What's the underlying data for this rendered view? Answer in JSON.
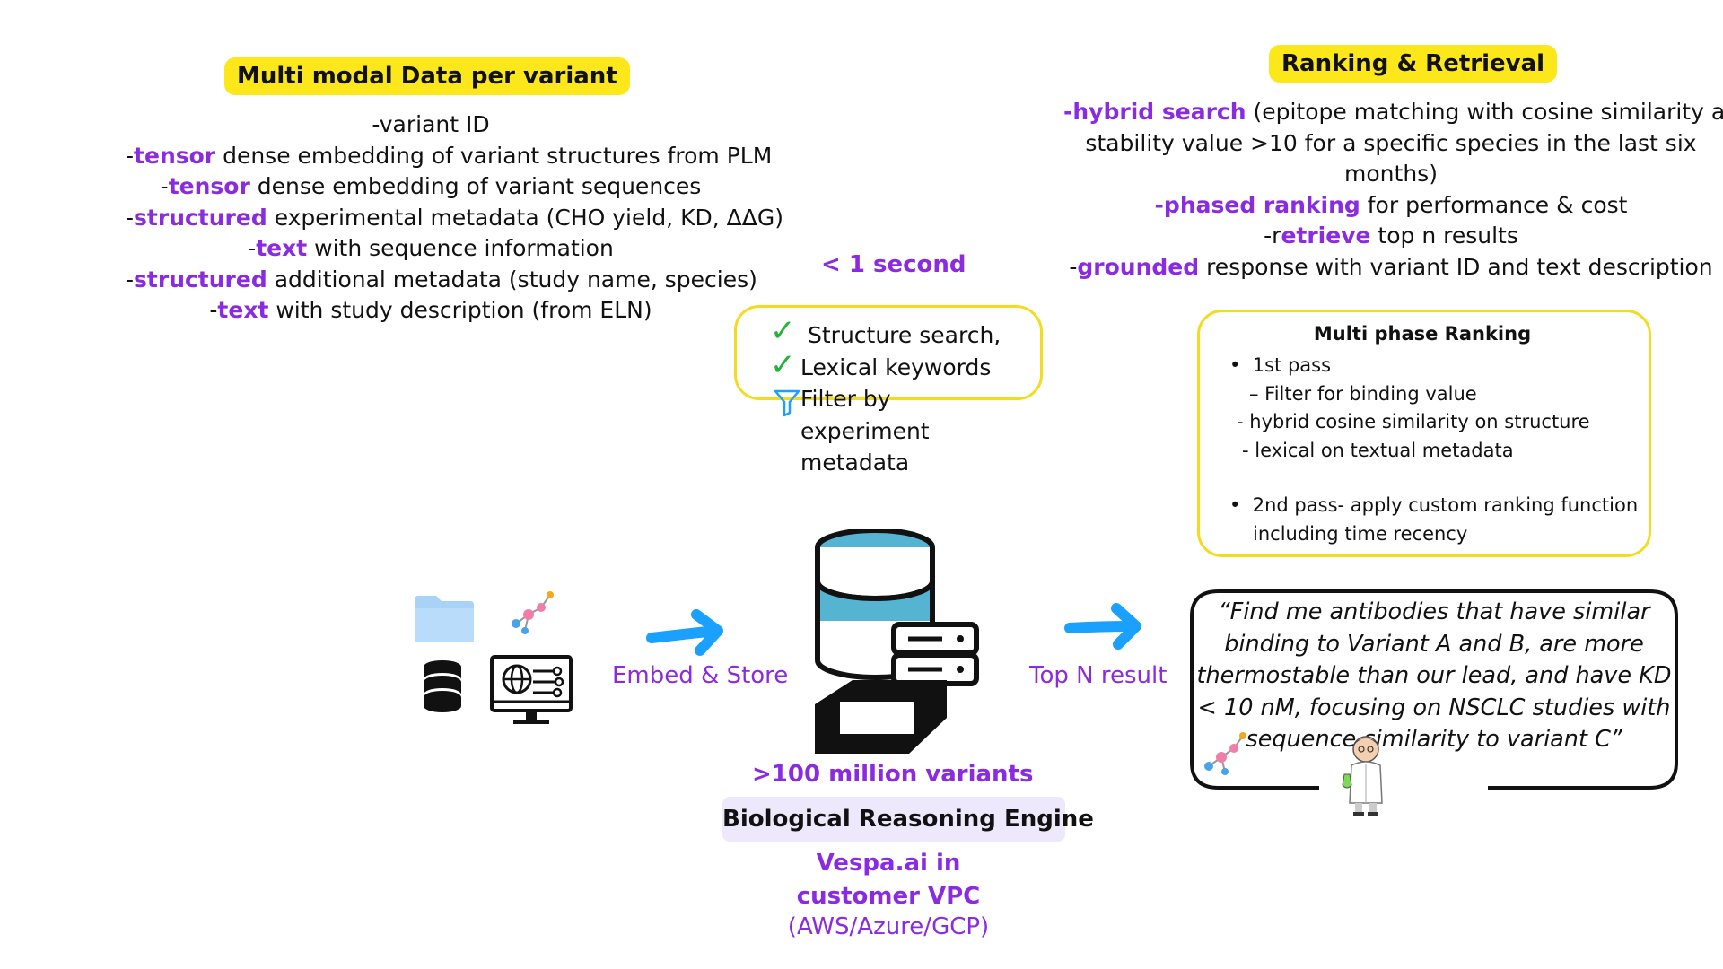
{
  "multimodal": {
    "title": "Multi modal Data  per variant",
    "lines": [
      {
        "pre": "-",
        "key": "",
        "rest": "variant ID"
      },
      {
        "pre": "-",
        "key": "tensor",
        "rest": " dense embedding of variant structures from PLM"
      },
      {
        "pre": "-",
        "key": "tensor",
        "rest": " dense embedding of variant sequences"
      },
      {
        "pre": "-",
        "key": "structured",
        "rest": " experimental metadata (CHO yield, KD, ΔΔG)"
      },
      {
        "pre": "-",
        "key": "text",
        "rest": " with sequence information"
      },
      {
        "pre": "-",
        "key": "structured",
        "rest": " additional metadata (study name, species)"
      },
      {
        "pre": "-",
        "key": "text",
        "rest": " with study description (from ELN)"
      }
    ]
  },
  "ranking_retrieval": {
    "title": "Ranking & Retrieval",
    "line1_key": "-hybrid search",
    "line1_rest": " (epitope matching with cosine similarity and",
    "line2": "stability value >10 for a specific species in the last six",
    "line3": "months)",
    "line4_key": "-phased ranking",
    "line4_rest": " for performance & cost",
    "line5_pre": "-r",
    "line5_key": "etrieve",
    "line5_rest": " top n results",
    "line6_pre": "-",
    "line6_key": "grounded",
    "line6_rest": " response with variant ID and text description"
  },
  "latency": "< 1 second",
  "search_box": {
    "line1": "Structure search,",
    "line2": "Lexical keywords",
    "line3": "Filter by",
    "line4": "experiment",
    "line5": "metadata"
  },
  "multiphase": {
    "title": "Multi phase Ranking",
    "l1": "1st pass",
    "l2": "– Filter for binding value",
    "l3": "- hybrid cosine similarity on structure",
    "l4": "- lexical on textual metadata",
    "l5": "2nd pass- apply custom ranking function",
    "l6": "including time recency"
  },
  "embed_store": "Embed & Store",
  "top_n": "Top N result",
  "variants": ">100 million variants",
  "engine": "Biological Reasoning Engine",
  "vespa_line1": "Vespa.ai in",
  "vespa_line2": "customer VPC",
  "clouds": "(AWS/Azure/GCP)",
  "query": {
    "l1": "“Find me antibodies that have similar",
    "l2": "binding to Variant A and B, are more",
    "l3": "thermostable than our lead, and have KD",
    "l4": "< 10 nM, focusing on NSCLC studies with",
    "l5": "sequence similarity to variant C”"
  },
  "colors": {
    "accent_purple": "#8a2be2",
    "highlight_yellow": "#fbe71a",
    "arrow_blue": "#1aa0ff",
    "db_blue": "#56b4d3"
  }
}
